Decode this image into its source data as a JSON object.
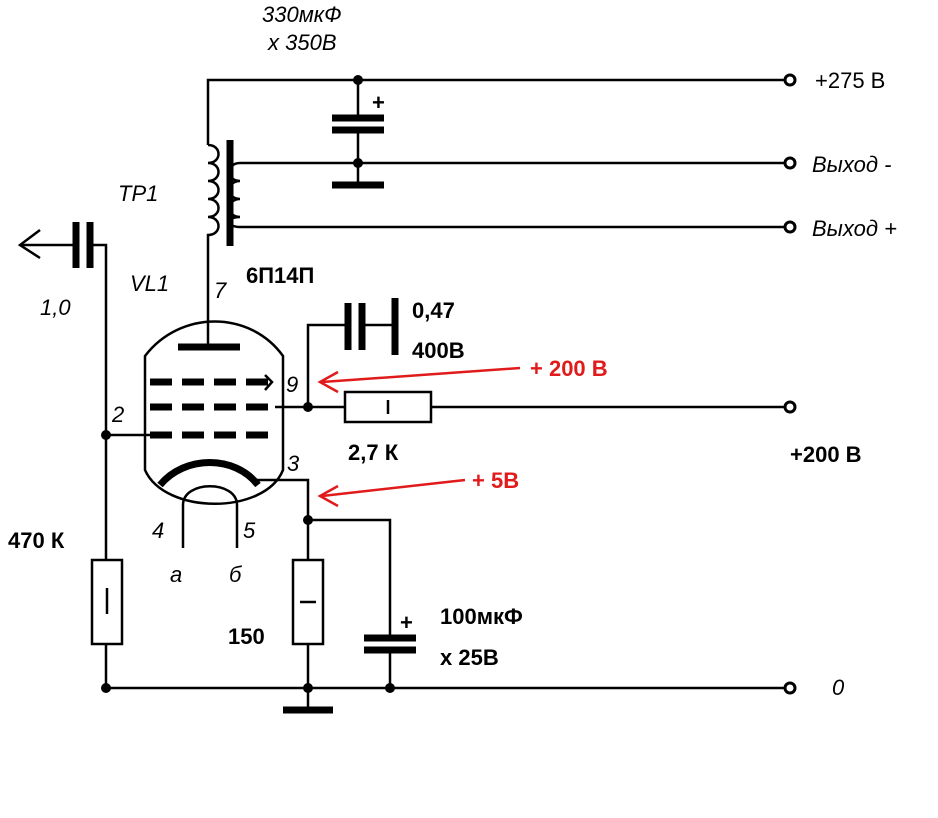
{
  "labels": {
    "cap_main_value": "330мкФ",
    "cap_main_voltage": "х 350В",
    "out_275": "+275 В",
    "out_minus": "Выход -",
    "out_plus": "Выход +",
    "transformer": "ТР1",
    "tube": "VL1",
    "tube_type": "6П14П",
    "pin_7": "7",
    "input_cap": "1,0",
    "screen_cap_value": "0,47",
    "screen_cap_voltage": "400В",
    "pin_9": "9",
    "red_200": "+ 200 В",
    "pin_2": "2",
    "res_screen": "2,7 К",
    "supply_200": "+200 В",
    "pin_3": "3",
    "red_5": "+ 5В",
    "res_grid": "470 К",
    "pin_4": "4",
    "pin_5": "5",
    "heater_a": "а",
    "heater_b": "б",
    "res_cathode": "150",
    "cathode_cap_value": "100мкФ",
    "cathode_cap_voltage": "х 25В",
    "ground": "0",
    "cap_plus": "+",
    "cathode_cap_plus": "+"
  },
  "colors": {
    "annotation": "#e11b1b",
    "line": "#000000"
  }
}
